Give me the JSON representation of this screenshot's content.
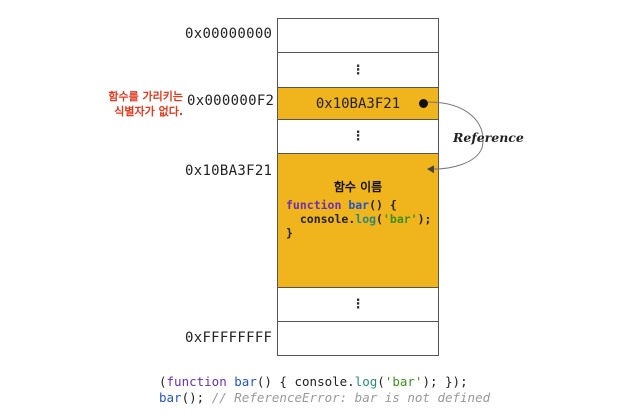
{
  "addresses": {
    "top": "0x00000000",
    "pointer": "0x000000F2",
    "function": "0x10BA3F21",
    "bottom": "0xFFFFFFFF"
  },
  "memory": {
    "dots": "⋮",
    "pointer_value": "0x10BA3F21",
    "function_name_label": "함수 이름",
    "code": {
      "line1_kw": "function",
      "line1_name": "bar",
      "line1_rest": "() {",
      "line2_obj": "console",
      "line2_dot": ".",
      "line2_method": "log",
      "line2_open": "(",
      "line2_str": "'bar'",
      "line2_close": ");",
      "line3": "}"
    }
  },
  "note": {
    "line1": "함수를 가리키는",
    "line2": "식별자가 없다."
  },
  "reference_label": "Reference",
  "bottom_code": {
    "l1_open": "(",
    "l1_kw": "function",
    "l1_name": "bar",
    "l1_mid": "() { console.",
    "l1_method": "log",
    "l1_paren": "(",
    "l1_str": "'bar'",
    "l1_end": "); });",
    "l2_call": "bar",
    "l2_paren": "(); ",
    "l2_comment": "// ReferenceError: bar is not defined"
  }
}
